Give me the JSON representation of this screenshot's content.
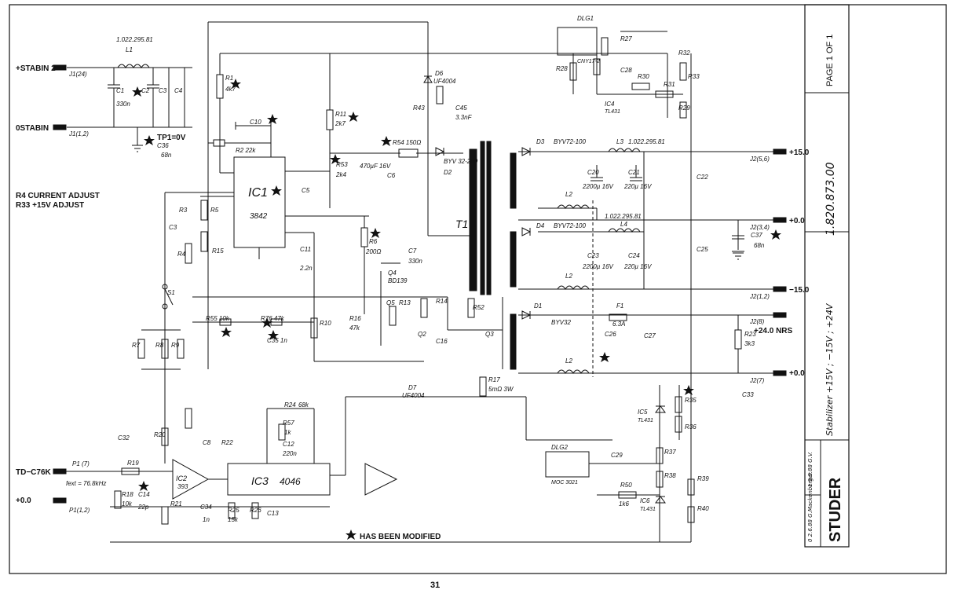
{
  "page_number": "31",
  "title_block": {
    "drawing_number": "1.820.873.00",
    "page": "PAGE 1 OF 1",
    "description": "Stabilizer +15V ; −15V ; +24V",
    "brand": "STUDER",
    "rev_1": "1  9.8.88  G.V.",
    "rev_2": "0  2.6.88  G.Mackenberger"
  },
  "left_labels": {
    "stabin2": "+STABIN 2",
    "ostabin": "0STABIN",
    "tp1": "TP1=0V",
    "adjust1": "R4 CURRENT ADJUST",
    "adjust2": "R33 +15V ADJUST",
    "td_c76k": "TD−C76K",
    "zero_in": "+0.0"
  },
  "right_labels": {
    "plus15": "+15.0",
    "plus0_a": "+0.0",
    "minus15": "−15.0",
    "plus24nrs": "+24.0 NRS",
    "plus0_b": "+0.0"
  },
  "connector_labels": {
    "j1_24": "J1(24)",
    "j1_12": "J1(1,2)",
    "p1_7": "P1 (7)",
    "p1_12": "P1(1,2)",
    "j2_56": "J2(5,6)",
    "j2_34": "J2(3,4)",
    "j2_12": "J2(1,2)",
    "j2_8": "J2(8)",
    "j2_7": "J2(7)"
  },
  "ics": {
    "ic1": "IC1",
    "ic1_part": "3842",
    "ic2": "IC2",
    "ic2_part": "393",
    "ic3": "IC3",
    "ic3_part": "4046",
    "ic4": "IC4",
    "ic4_part": "TL431",
    "ic5": "IC5",
    "ic5_part": "TL431",
    "ic6": "IC6",
    "ic6_part": "TL431",
    "t1": "T1",
    "dlg1": "DLG1",
    "dlg1_part": "CNY17-2",
    "dlg2": "DLG2",
    "dlg2_part": "MOC 3021"
  },
  "components": {
    "l1": "L1",
    "l1_part": "1.022.295.81",
    "c1": "C1",
    "c1_val": "330n",
    "c2": "C2",
    "c3": "C3",
    "c4": "C4",
    "c36": "C36",
    "c36_val": "68n",
    "r1": "R1",
    "r1_val": "4k7",
    "c10": "C10",
    "r2": "R2 22k",
    "r11": "R11",
    "r11_val": "2k7",
    "r54": "R54 150Ω",
    "d6": "D6",
    "d6_part": "UF4004",
    "r43": "R43",
    "c45": "C45",
    "c45_val": "3.3nF",
    "d2": "D2",
    "d2_part": "BYV 32-200",
    "r53": "R53",
    "r53_val": "2k4",
    "c5": "C5",
    "c6": "C6",
    "c6_val": "470µF 16V",
    "r3": "R3",
    "r5": "R5",
    "r15": "R15",
    "r4": "R4",
    "c3b": "C3",
    "c11": "C11",
    "c11_val": "2.2n",
    "r6": "R6",
    "r6_val": "200Ω",
    "c7": "C7",
    "c7_val": "330n",
    "q4": "Q4",
    "q4_part": "BD139",
    "q5": "Q5",
    "r16": "R16",
    "r16_val": "47k",
    "r13": "R13",
    "r14": "R14",
    "r52": "R52",
    "q2": "Q2",
    "q3": "Q3",
    "c16": "C16",
    "s1": "S1",
    "r55": "R55 10k",
    "r76": "R76 47k",
    "c35": "C35 1n",
    "r10": "R10",
    "r7": "R7",
    "r8": "R8",
    "r9": "R9",
    "d7": "D7",
    "d7_part": "UF4004",
    "r17": "R17",
    "r17_val": "5mΩ 3W",
    "d3": "D3",
    "d3_part": "BYV72-100",
    "d4": "D4",
    "d4_part": "BYV72-100",
    "d1": "D1",
    "d1_part": "BYV32",
    "l3": "L3",
    "l3_part": "1.022.295.81",
    "l4": "L4",
    "l4_part": "1.022.295.81",
    "l2": "L2",
    "c20": "C20",
    "c20_val": "2200µ 16V",
    "c21": "C21",
    "c21_val": "220µ 16V",
    "c22": "C22",
    "c23": "C23",
    "c23_val": "2200µ 16V",
    "c24": "C24",
    "c24_val": "220µ 16V",
    "c25": "C25",
    "c37": "C37",
    "c37_val": "68n",
    "f1": "F1",
    "f1_val": "6.3A",
    "c26": "C26",
    "c27": "C27",
    "r23": "R23",
    "r23_val": "3k3",
    "c33": "C33",
    "r27": "R27",
    "r28": "R28",
    "r29": "R29",
    "r30": "R30",
    "r31": "R31",
    "r32": "R32",
    "r33": "R33",
    "c28": "C28",
    "r35": "R35",
    "r36": "R36",
    "r37": "R37",
    "r38": "R38",
    "r39": "R39",
    "r40": "R40",
    "c29": "C29",
    "r50": "R50",
    "r50_val": "1k6",
    "c32": "C32",
    "r20": "R20",
    "r19": "R19",
    "r18": "R18",
    "r18_val": "10k",
    "c14": "C14",
    "c14_val": "22p",
    "r21": "R21",
    "c8": "C8",
    "r22": "R22",
    "r24": "R24",
    "r24_val": "68k",
    "r57": "R57",
    "r57_val": "1k",
    "c12": "C12",
    "c12_val": "220n",
    "c34": "C34",
    "c34_val": "1n",
    "r25": "R25",
    "r25_val": "15k",
    "r26": "R26",
    "c13": "C13",
    "fext": "fext = 76.8kHz"
  },
  "legend": "HAS BEEN MODIFIED"
}
